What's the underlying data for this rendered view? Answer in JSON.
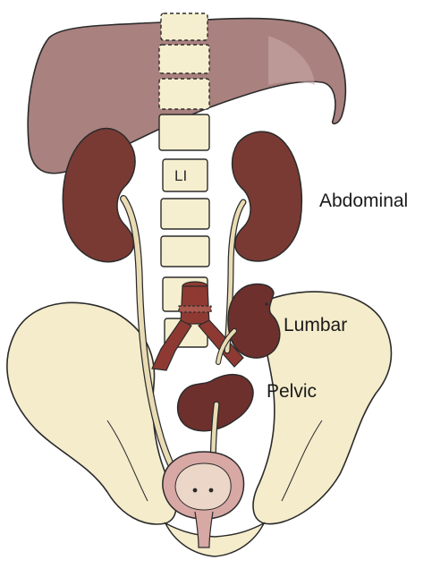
{
  "labels": {
    "abdominal": "Abdominal",
    "lumbar": "Lumbar",
    "pelvic": "Pelvic",
    "vertebra": "LI"
  },
  "colors": {
    "liver": "#a9817f",
    "kidney": "#7a3a34",
    "ectopic_kidney": "#6e302c",
    "bone": "#f6efcf",
    "pelvis_bone": "#f4eccb",
    "ureter": "#e9dcb4",
    "bladder": "#d8a8a4",
    "vessel": "#8e3a32",
    "outline": "#2b2b2b"
  }
}
